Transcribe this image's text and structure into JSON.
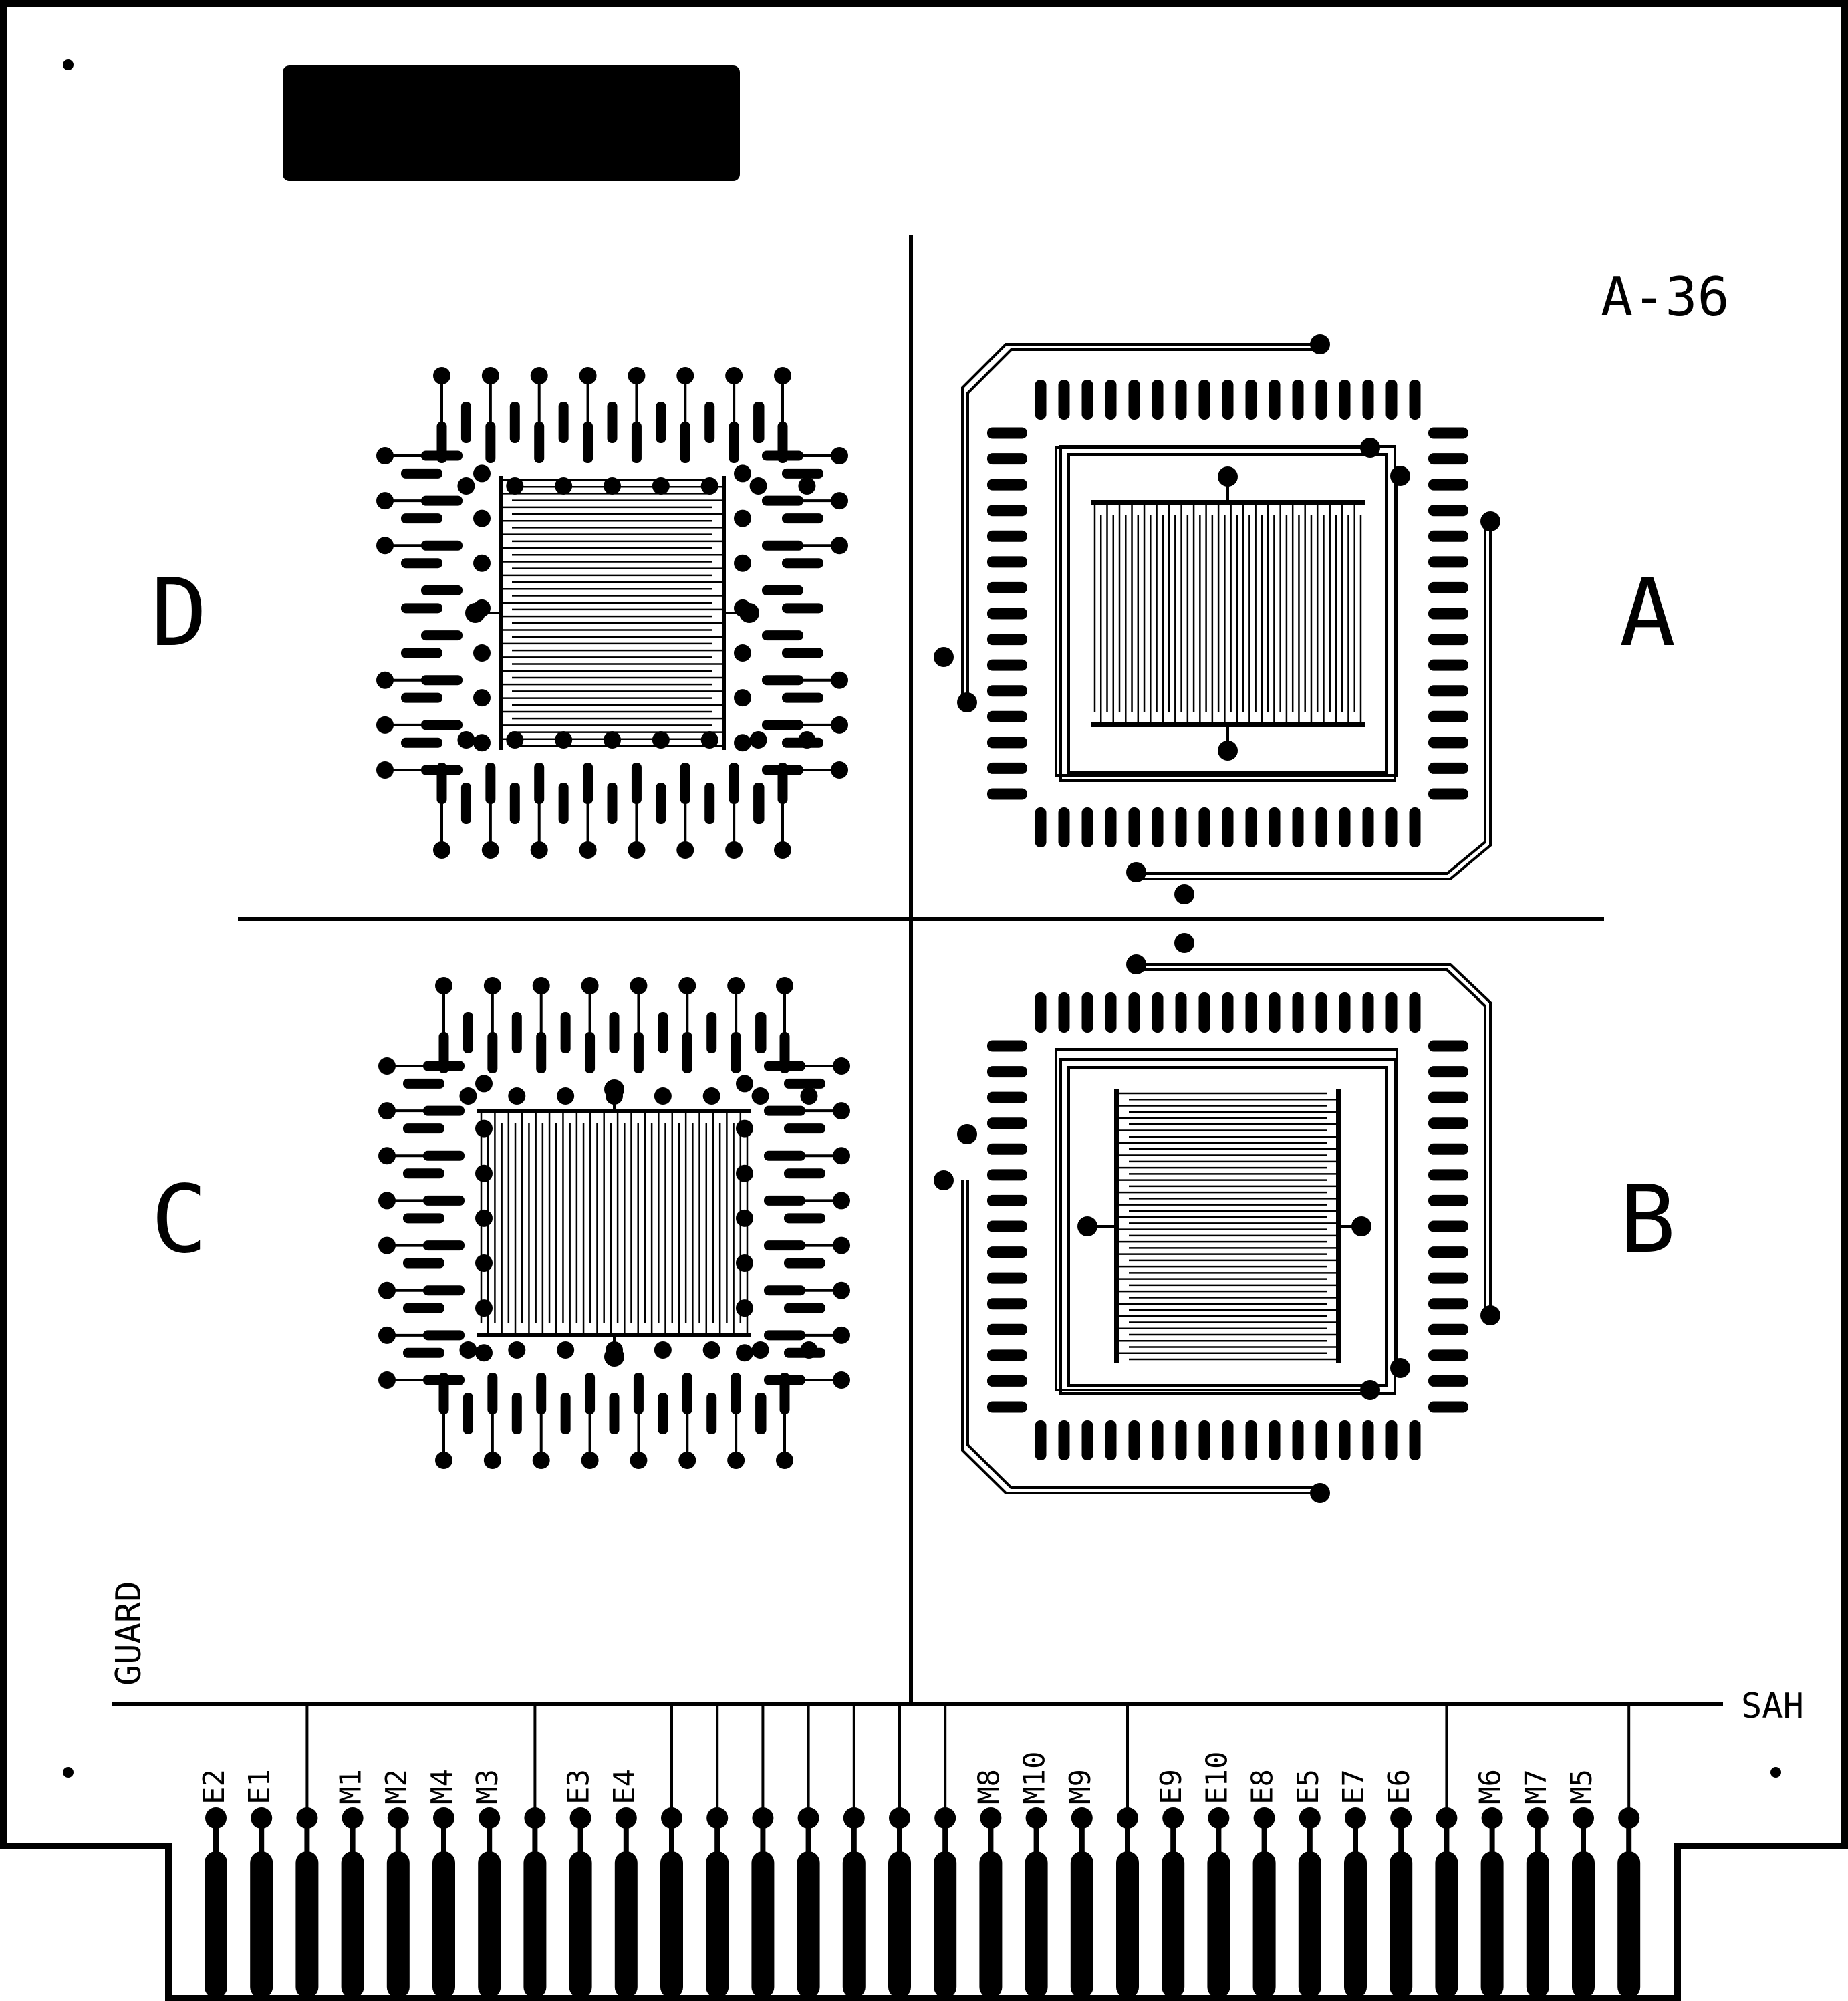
{
  "board": {
    "part_number": "A-36",
    "corner_marker": "SAH",
    "guard_label": "GUARD"
  },
  "quadrants": [
    {
      "label": "D",
      "style": "qfp"
    },
    {
      "label": "A",
      "style": "plcc"
    },
    {
      "label": "C",
      "style": "qfp"
    },
    {
      "label": "B",
      "style": "plcc"
    }
  ],
  "connector": {
    "finger_count": 32,
    "labels": [
      {
        "finger": 0,
        "text": "E2"
      },
      {
        "finger": 1,
        "text": "E1"
      },
      {
        "finger": 3,
        "text": "M1"
      },
      {
        "finger": 4,
        "text": "M2"
      },
      {
        "finger": 5,
        "text": "M4"
      },
      {
        "finger": 6,
        "text": "M3"
      },
      {
        "finger": 8,
        "text": "E3"
      },
      {
        "finger": 9,
        "text": "E4"
      },
      {
        "finger": 17,
        "text": "M8"
      },
      {
        "finger": 18,
        "text": "M10"
      },
      {
        "finger": 19,
        "text": "M9"
      },
      {
        "finger": 21,
        "text": "E9"
      },
      {
        "finger": 22,
        "text": "E10"
      },
      {
        "finger": 23,
        "text": "E8"
      },
      {
        "finger": 24,
        "text": "E5"
      },
      {
        "finger": 25,
        "text": "E7"
      },
      {
        "finger": 26,
        "text": "E6"
      },
      {
        "finger": 28,
        "text": "M6"
      },
      {
        "finger": 29,
        "text": "M7"
      },
      {
        "finger": 30,
        "text": "M5"
      }
    ]
  }
}
